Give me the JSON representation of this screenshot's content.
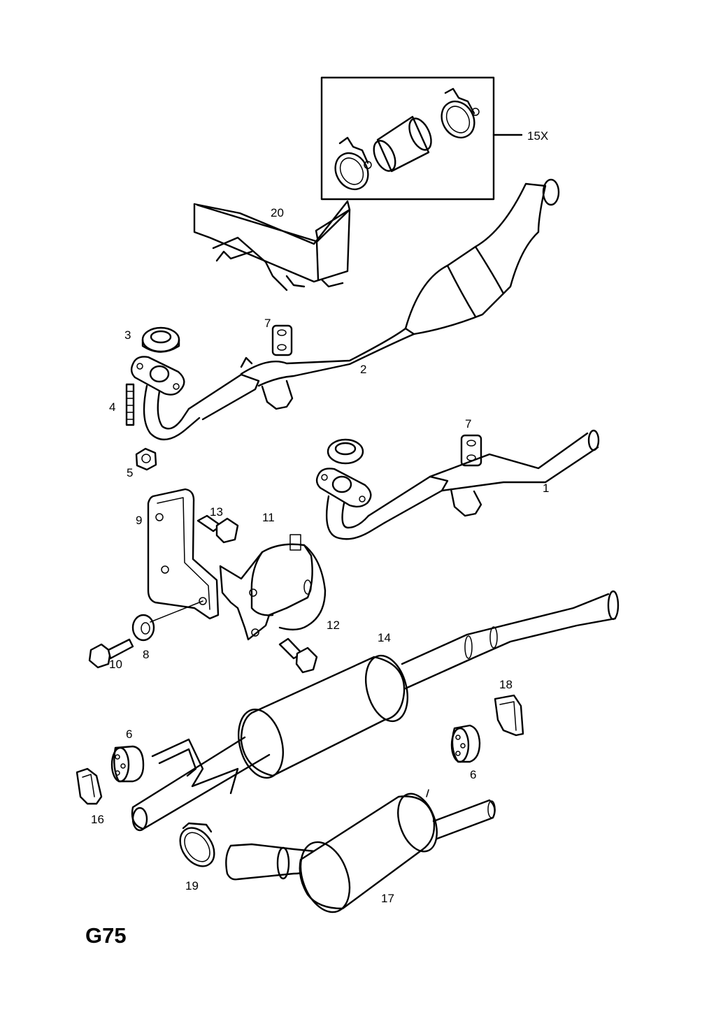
{
  "diagram": {
    "page_code": "G75",
    "labels": {
      "p1": "1",
      "p2": "2",
      "p3": "3",
      "p4": "4",
      "p5": "5",
      "p6a": "6",
      "p6b": "6",
      "p7a": "7",
      "p7b": "7",
      "p8": "8",
      "p9": "9",
      "p10": "10",
      "p11": "11",
      "p12": "12",
      "p13": "13",
      "p14": "14",
      "p15x": "15X",
      "p16": "16",
      "p17": "17",
      "p18": "18",
      "p19": "19",
      "p20": "20"
    }
  }
}
